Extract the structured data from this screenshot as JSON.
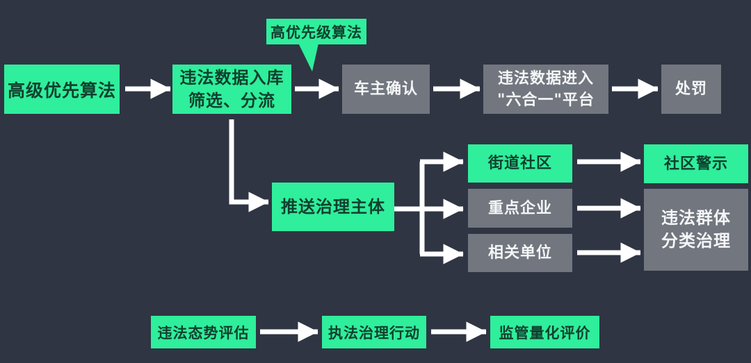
{
  "colors": {
    "bg": "#2f3543",
    "node_green": "#2fee9c",
    "node_gray": "#71767f",
    "text_on_green": "#10402e",
    "text_on_gray": "#f5f6f7",
    "connector": "#ffffff"
  },
  "flow_main": {
    "adv_algo": "高级优先算法",
    "data_entry_line1": "违法数据入库",
    "data_entry_line2": "筛选、分流",
    "callout": "高优先级算法",
    "owner_confirm": "车主确认",
    "platform_line1": "违法数据进入",
    "platform_line2": "\"六合一\"平台",
    "punishment": "处罚"
  },
  "flow_governance": {
    "push_subject": "推送治理主体",
    "street_community": "街道社区",
    "key_enterprises": "重点企业",
    "related_units": "相关单位",
    "community_warning": "社区警示",
    "group_line1": "违法群体",
    "group_line2": "分类治理"
  },
  "flow_evaluation": {
    "assessment": "违法态势评估",
    "enforcement": "执法治理行动",
    "evaluation": "监管量化评价"
  }
}
